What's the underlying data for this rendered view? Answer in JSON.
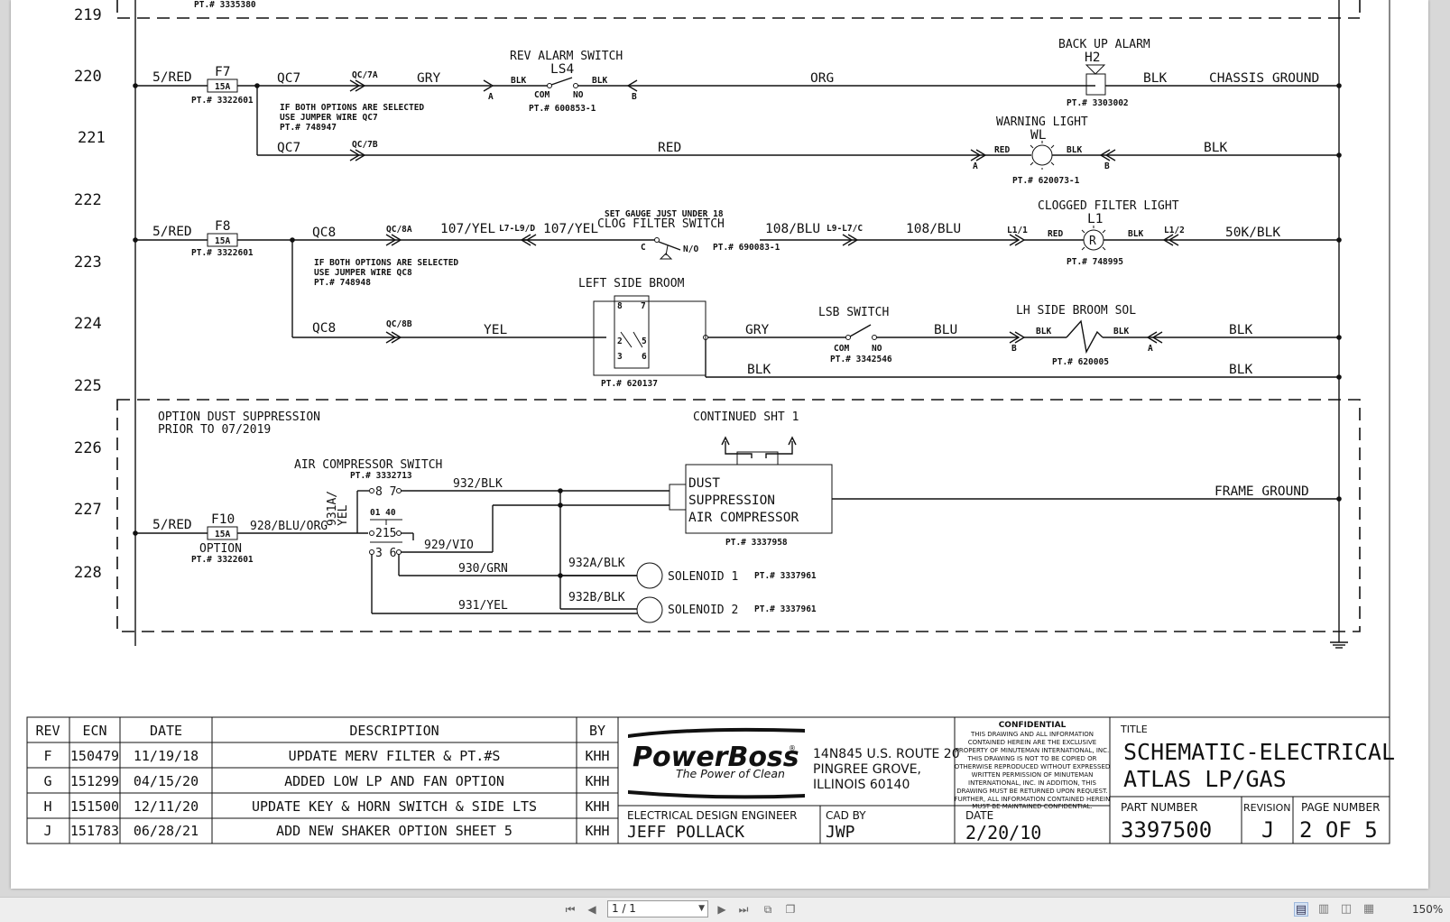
{
  "line_numbers": [
    "219",
    "220",
    "221",
    "222",
    "223",
    "224",
    "225",
    "226",
    "227",
    "228"
  ],
  "wiring": {
    "l220": {
      "w_5red": "5/RED",
      "fuse": "F7",
      "fuse_rating": "15A",
      "fuse_pt": "PT.# 3322601",
      "qc7": "QC7",
      "qc7a": "QC/7A",
      "gry": "GRY",
      "switch_title": "REV ALARM SWITCH",
      "switch_id": "LS4",
      "blk": "BLK",
      "com": "COM",
      "no": "NO",
      "a": "A",
      "b": "B",
      "switch_pt": "PT.# 600853-1",
      "org": "ORG",
      "alarm_title": "BACK UP ALARM",
      "alarm_id": "H2",
      "alarm_pt": "PT.# 3303002",
      "chassis": "CHASSIS GROUND"
    },
    "note1": [
      "IF BOTH OPTIONS ARE SELECTED",
      "USE JUMPER WIRE QC7",
      "PT.# 748947"
    ],
    "l221": {
      "qc7": "QC7",
      "qc7b": "QC/7B",
      "red": "RED",
      "light_title": "WARNING LIGHT",
      "light_id": "WL",
      "red_s": "RED",
      "blk_s": "BLK",
      "a": "A",
      "b": "B",
      "light_pt": "PT.# 620073-1",
      "blk": "BLK"
    },
    "l223": {
      "w_5red": "5/RED",
      "fuse": "F8",
      "fuse_rating": "15A",
      "fuse_pt": "PT.# 3322601",
      "qc8": "QC8",
      "qc8a": "QC/8A",
      "w107": "107/YEL",
      "conn1": "L7-L9/D",
      "w107b": "107/YEL",
      "gauge_note": "SET GAUGE JUST UNDER 18",
      "switch_title": "CLOG FILTER SWITCH",
      "c": "C",
      "no": "N/O",
      "switch_pt": "PT.# 690083-1",
      "w108": "108/BLU",
      "conn2": "L9-L7/C",
      "w108b": "108/BLU",
      "l11": "L1/1",
      "red": "RED",
      "light_title": "CLOGGED FILTER LIGHT",
      "light_id": "L1",
      "r": "R",
      "blk": "BLK",
      "l12": "L1/2",
      "light_pt": "PT.# 748995",
      "w50k": "50K/BLK"
    },
    "note2": [
      "IF BOTH OPTIONS ARE SELECTED",
      "USE JUMPER WIRE QC8",
      "PT.# 748948"
    ],
    "l224": {
      "qc8": "QC8",
      "qc8b": "QC/8B",
      "yel": "YEL",
      "broom_title": "LEFT SIDE BROOM",
      "broom_pt": "PT.# 620137",
      "t8": "8",
      "t7": "7",
      "t2": "2",
      "t5": "5",
      "t3": "3",
      "t6": "6",
      "gry": "GRY",
      "lsb_title": "LSB SWITCH",
      "com": "COM",
      "no": "NO",
      "lsb_pt": "PT.# 3342546",
      "blu": "BLU",
      "sol_title": "LH SIDE BROOM SOL",
      "blk_s": "BLK",
      "blk_s2": "BLK",
      "b": "B",
      "a": "A",
      "sol_pt": "PT.# 620005",
      "blk": "BLK",
      "blk2": "BLK",
      "blk3": "BLK"
    },
    "dust": {
      "title1": "OPTION DUST SUPPRESSION",
      "title2": "PRIOR TO 07/2019",
      "continued": "CONTINUED SHT 1",
      "switch_title": "AIR COMPRESSOR SWITCH",
      "switch_pt": "PT.# 3332713",
      "w931a": "931A/",
      "yel": "YEL",
      "t87": "8 7",
      "t0140": "01 40",
      "t215": "215",
      "t36": "3 6",
      "w932": "932/BLK",
      "w929": "929/VIO",
      "w930": "930/GRN",
      "w931": "931/YEL",
      "w932a": "932A/BLK",
      "w932b": "932B/BLK",
      "comp1": "DUST",
      "comp2": "SUPPRESSION",
      "comp3": "AIR COMPRESSOR",
      "comp_pt": "PT.# 3337958",
      "frame": "FRAME GROUND",
      "sol1": "SOLENOID 1",
      "sol1_pt": "PT.# 3337961",
      "sol2": "SOLENOID 2",
      "sol2_pt": "PT.# 3337961",
      "w_5red": "5/RED",
      "fuse": "F10",
      "fuse_rating": "15A",
      "option": "OPTION",
      "fuse_pt": "PT.# 3322601",
      "w928": "928/BLU/ORG"
    }
  },
  "revisions": {
    "headers": [
      "REV",
      "ECN",
      "DATE",
      "DESCRIPTION",
      "BY"
    ],
    "rows": [
      [
        "F",
        "150479",
        "11/19/18",
        "UPDATE MERV FILTER & PT.#S",
        "KHH"
      ],
      [
        "G",
        "151299",
        "04/15/20",
        "ADDED LOW LP AND FAN OPTION",
        "KHH"
      ],
      [
        "H",
        "151500",
        "12/11/20",
        "UPDATE KEY & HORN SWITCH & SIDE LTS",
        "KHH"
      ],
      [
        "J",
        "151783",
        "06/28/21",
        "ADD NEW SHAKER OPTION SHEET 5",
        "KHH"
      ]
    ]
  },
  "title_block": {
    "brand": "PowerBoss",
    "tagline": "The Power of Clean",
    "addr1": "14N845 U.S. ROUTE 20",
    "addr2": "PINGREE GROVE,",
    "addr3": "ILLINOIS 60140",
    "confidential_title": "CONFIDENTIAL",
    "confidential_lines": [
      "THIS DRAWING AND ALL INFORMATION",
      "CONTAINED HEREIN ARE THE EXCLUSIVE",
      "PROPERTY OF MINUTEMAN INTERNATIONAL, INC.",
      "THIS DRAWING IS NOT TO BE COPIED OR",
      "OTHERWISE REPRODUCED WITHOUT EXPRESSED",
      "WRITTEN PERMISSION OF MINUTEMAN",
      "INTERNATIONAL, INC. IN ADDITION, THIS",
      "DRAWING MUST BE RETURNED UPON REQUEST.",
      "FURTHER, ALL INFORMATION CONTAINED HEREIN",
      "MUST BE MAINTAINED CONFIDENTIAL."
    ],
    "title_label": "TITLE",
    "title1": "SCHEMATIC-ELECTRICAL",
    "title2": "ATLAS LP/GAS",
    "engineer_label": "ELECTRICAL DESIGN ENGINEER",
    "engineer": "JEFF POLLACK",
    "cad_label": "CAD BY",
    "cad": "JWP",
    "date_label": "DATE",
    "date": "2/20/10",
    "part_label": "PART NUMBER",
    "part": "3397500",
    "revision_label": "REVISION",
    "revision": "J",
    "page_label": "PAGE NUMBER",
    "page": "2 OF 5"
  },
  "viewer": {
    "page_field": "1 / 1",
    "zoom": "150%"
  }
}
